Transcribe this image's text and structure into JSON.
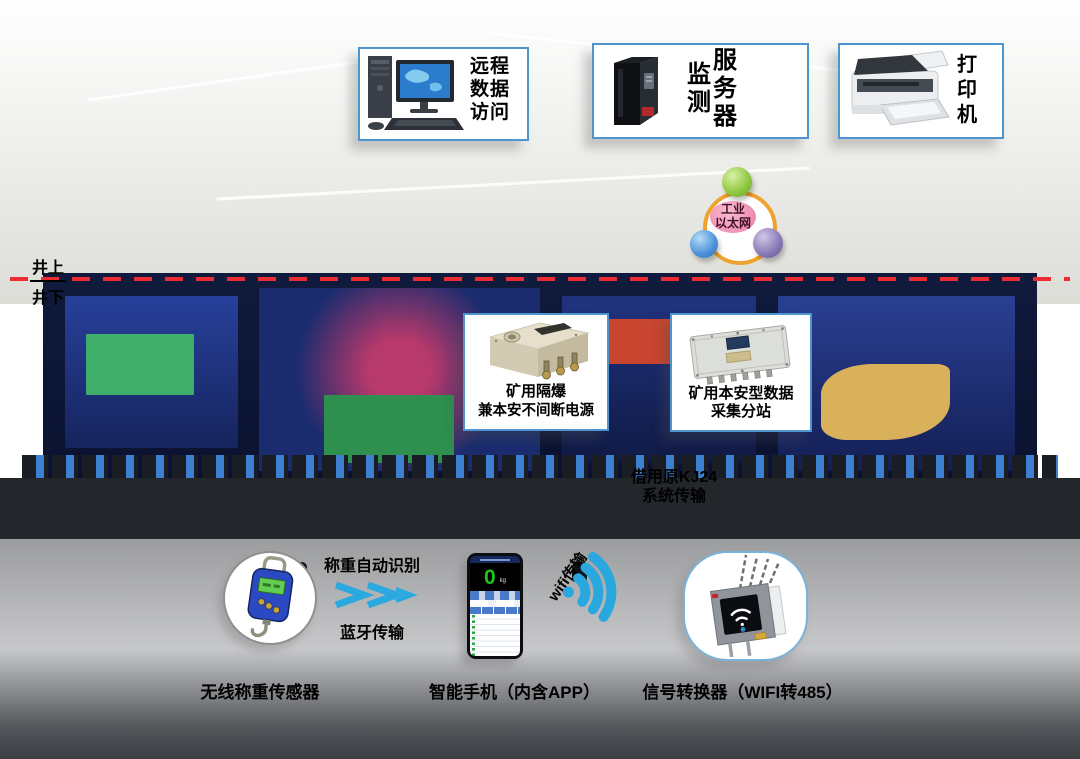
{
  "divider": {
    "above": "井上",
    "below": "井下"
  },
  "nodes": {
    "remote_access": {
      "label": "远程数据访问"
    },
    "server": {
      "col_left": "监测",
      "col_right": "服务器"
    },
    "printer": {
      "label": "打印机"
    },
    "ethernet": {
      "line1": "工业",
      "line2": "以太网"
    },
    "ups": {
      "line1": "矿用隔爆",
      "line2": "兼本安不间断电源"
    },
    "substation": {
      "line1": "矿用本安型数据",
      "line2": "采集分站"
    },
    "sensor": {
      "caption": "无线称重传感器"
    },
    "phone": {
      "caption": "智能手机（内含APP）",
      "reading": "0",
      "unit": "kg"
    },
    "converter": {
      "caption": "信号转换器（WIFI转485）"
    }
  },
  "links": {
    "kj24_line1": "借用原KJ24",
    "kj24_line2": "系统传输",
    "bt_top": "称重自动识别",
    "bt_bottom": "蓝牙传输",
    "wifi_label": "wifi传输"
  },
  "colors": {
    "box_border": "#4e95d0",
    "connector_blue": "#6fa8dc",
    "divider_red": "#ee2b33",
    "ring_orange": "#f0a22e",
    "ball_green": "#8cc63e",
    "ball_blue": "#4a90d9",
    "ball_purple": "#8678b5",
    "hub_pink": "#ec7ba6",
    "wifi_blue": "#29a8df"
  }
}
